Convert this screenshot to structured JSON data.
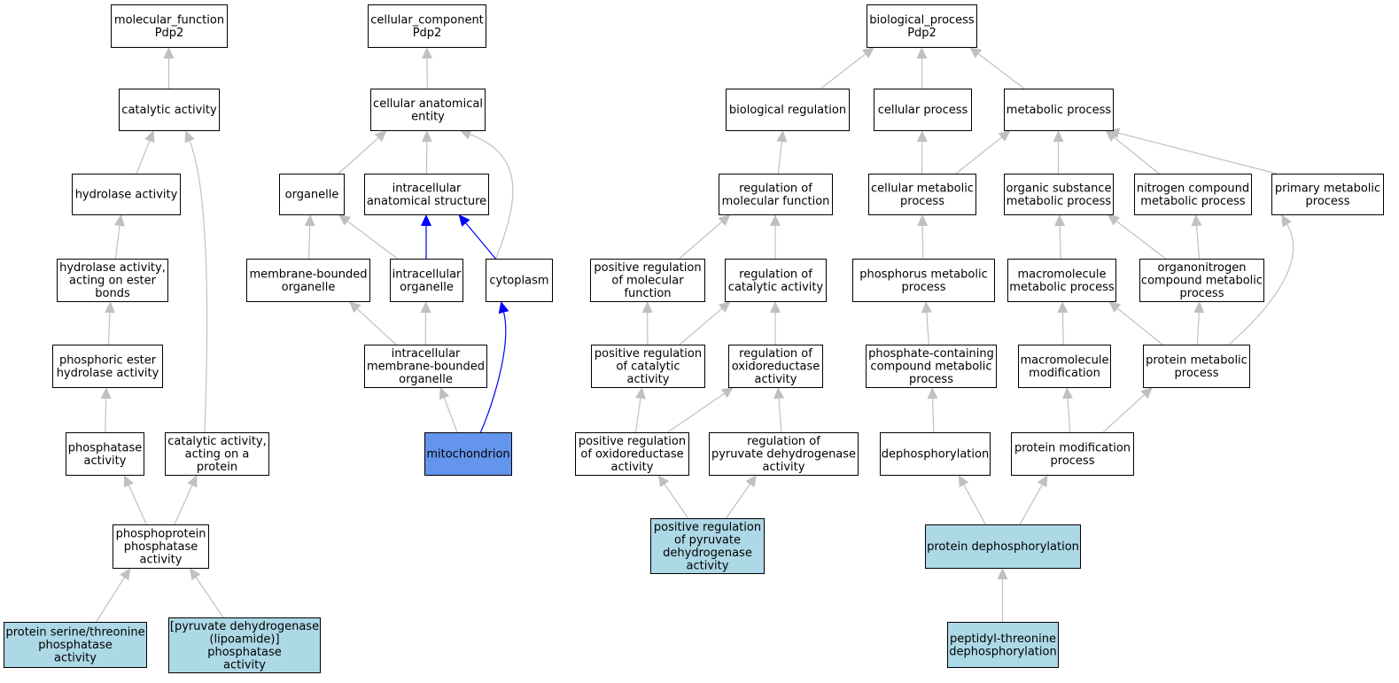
{
  "colors": {
    "default_fill": "#ffffff",
    "annotated_fill": "#add8e6",
    "focus_fill": "#6495ed",
    "edge_gray": "#c0c0c0",
    "edge_blue": "#0000ff"
  },
  "nodes": {
    "mf_root": {
      "label": [
        "molecular_function",
        "Pdp2"
      ],
      "kind": "default"
    },
    "catalytic": {
      "label": [
        "catalytic activity"
      ],
      "kind": "default"
    },
    "hydrolase": {
      "label": [
        "hydrolase activity"
      ],
      "kind": "default"
    },
    "hydrolase_ester": {
      "label": [
        "hydrolase activity,",
        "acting on ester",
        "bonds"
      ],
      "kind": "default"
    },
    "phos_ester": {
      "label": [
        "phosphoric ester",
        "hydrolase activity"
      ],
      "kind": "default"
    },
    "phosphatase": {
      "label": [
        "phosphatase",
        "activity"
      ],
      "kind": "default"
    },
    "cat_protein": {
      "label": [
        "catalytic activity,",
        "acting on a",
        "protein"
      ],
      "kind": "default"
    },
    "phosphoprotein": {
      "label": [
        "phosphoprotein",
        "phosphatase",
        "activity"
      ],
      "kind": "default"
    },
    "ser_thr": {
      "label": [
        "protein serine/threonine",
        "phosphatase",
        "activity"
      ],
      "kind": "annotated"
    },
    "pdh_phosphatase": {
      "label": [
        "[pyruvate dehydrogenase",
        "(lipoamide)]",
        "phosphatase",
        "activity"
      ],
      "kind": "annotated"
    },
    "cc_root": {
      "label": [
        "cellular_component",
        "Pdp2"
      ],
      "kind": "default"
    },
    "cae": {
      "label": [
        "cellular anatomical",
        "entity"
      ],
      "kind": "default"
    },
    "organelle": {
      "label": [
        "organelle"
      ],
      "kind": "default"
    },
    "ias": {
      "label": [
        "intracellular",
        "anatomical structure"
      ],
      "kind": "default"
    },
    "mbo": {
      "label": [
        "membrane-bounded",
        "organelle"
      ],
      "kind": "default"
    },
    "io": {
      "label": [
        "intracellular",
        "organelle"
      ],
      "kind": "default"
    },
    "cytoplasm": {
      "label": [
        "cytoplasm"
      ],
      "kind": "default"
    },
    "imbo": {
      "label": [
        "intracellular",
        "membrane-bounded",
        "organelle"
      ],
      "kind": "default"
    },
    "mito": {
      "label": [
        "mitochondrion"
      ],
      "kind": "focus"
    },
    "bp_root": {
      "label": [
        "biological_process",
        "Pdp2"
      ],
      "kind": "default"
    },
    "bioreg": {
      "label": [
        "biological regulation"
      ],
      "kind": "default"
    },
    "cellproc": {
      "label": [
        "cellular process"
      ],
      "kind": "default"
    },
    "metproc": {
      "label": [
        "metabolic process"
      ],
      "kind": "default"
    },
    "regmf": {
      "label": [
        "regulation of",
        "molecular function"
      ],
      "kind": "default"
    },
    "cellmet": {
      "label": [
        "cellular metabolic",
        "process"
      ],
      "kind": "default"
    },
    "orgsub": {
      "label": [
        "organic substance",
        "metabolic process"
      ],
      "kind": "default"
    },
    "nitro": {
      "label": [
        "nitrogen compound",
        "metabolic process"
      ],
      "kind": "default"
    },
    "primary": {
      "label": [
        "primary metabolic",
        "process"
      ],
      "kind": "default"
    },
    "posregmf": {
      "label": [
        "positive regulation",
        "of molecular",
        "function"
      ],
      "kind": "default"
    },
    "regcat": {
      "label": [
        "regulation of",
        "catalytic activity"
      ],
      "kind": "default"
    },
    "phosmet": {
      "label": [
        "phosphorus metabolic",
        "process"
      ],
      "kind": "default"
    },
    "macromet": {
      "label": [
        "macromolecule",
        "metabolic process"
      ],
      "kind": "default"
    },
    "orgnitro": {
      "label": [
        "organonitrogen",
        "compound metabolic",
        "process"
      ],
      "kind": "default"
    },
    "posregcat": {
      "label": [
        "positive regulation",
        "of catalytic",
        "activity"
      ],
      "kind": "default"
    },
    "regoxido": {
      "label": [
        "regulation of",
        "oxidoreductase",
        "activity"
      ],
      "kind": "default"
    },
    "phoscont": {
      "label": [
        "phosphate-containing",
        "compound metabolic",
        "process"
      ],
      "kind": "default"
    },
    "macromod": {
      "label": [
        "macromolecule",
        "modification"
      ],
      "kind": "default"
    },
    "protmet": {
      "label": [
        "protein metabolic",
        "process"
      ],
      "kind": "default"
    },
    "posregoxido": {
      "label": [
        "positive regulation",
        "of oxidoreductase",
        "activity"
      ],
      "kind": "default"
    },
    "regpdh": {
      "label": [
        "regulation of",
        "pyruvate dehydrogenase",
        "activity"
      ],
      "kind": "default"
    },
    "dephos": {
      "label": [
        "dephosphorylation"
      ],
      "kind": "default"
    },
    "protmod": {
      "label": [
        "protein modification",
        "process"
      ],
      "kind": "default"
    },
    "posregpdh": {
      "label": [
        "positive regulation",
        "of pyruvate",
        "dehydrogenase",
        "activity"
      ],
      "kind": "annotated"
    },
    "protdephos": {
      "label": [
        "protein dephosphorylation"
      ],
      "kind": "annotated"
    },
    "peptidyl": {
      "label": [
        "peptidyl-threonine",
        "dephosphorylation"
      ],
      "kind": "annotated"
    }
  },
  "edges": [
    [
      "catalytic",
      "mf_root",
      "gray"
    ],
    [
      "hydrolase",
      "catalytic",
      "gray"
    ],
    [
      "cat_protein",
      "catalytic",
      "gray"
    ],
    [
      "hydrolase_ester",
      "hydrolase",
      "gray"
    ],
    [
      "phos_ester",
      "hydrolase_ester",
      "gray"
    ],
    [
      "phosphatase",
      "phos_ester",
      "gray"
    ],
    [
      "phosphoprotein",
      "phosphatase",
      "gray"
    ],
    [
      "phosphoprotein",
      "cat_protein",
      "gray"
    ],
    [
      "ser_thr",
      "phosphoprotein",
      "gray"
    ],
    [
      "pdh_phosphatase",
      "phosphoprotein",
      "gray"
    ],
    [
      "cae",
      "cc_root",
      "gray"
    ],
    [
      "organelle",
      "cae",
      "gray"
    ],
    [
      "ias",
      "cae",
      "gray"
    ],
    [
      "cytoplasm",
      "cae",
      "gray"
    ],
    [
      "mbo",
      "organelle",
      "gray"
    ],
    [
      "io",
      "organelle",
      "gray"
    ],
    [
      "io",
      "ias",
      "blue"
    ],
    [
      "cytoplasm",
      "ias",
      "blue"
    ],
    [
      "imbo",
      "mbo",
      "gray"
    ],
    [
      "imbo",
      "io",
      "gray"
    ],
    [
      "mito",
      "imbo",
      "gray"
    ],
    [
      "mito",
      "cytoplasm",
      "blue"
    ],
    [
      "bioreg",
      "bp_root",
      "gray"
    ],
    [
      "cellproc",
      "bp_root",
      "gray"
    ],
    [
      "metproc",
      "bp_root",
      "gray"
    ],
    [
      "regmf",
      "bioreg",
      "gray"
    ],
    [
      "cellmet",
      "cellproc",
      "gray"
    ],
    [
      "cellmet",
      "metproc",
      "gray"
    ],
    [
      "orgsub",
      "metproc",
      "gray"
    ],
    [
      "nitro",
      "metproc",
      "gray"
    ],
    [
      "primary",
      "metproc",
      "gray"
    ],
    [
      "posregmf",
      "regmf",
      "gray"
    ],
    [
      "regcat",
      "regmf",
      "gray"
    ],
    [
      "phosmet",
      "cellmet",
      "gray"
    ],
    [
      "macromet",
      "orgsub",
      "gray"
    ],
    [
      "orgnitro",
      "orgsub",
      "gray"
    ],
    [
      "orgnitro",
      "nitro",
      "gray"
    ],
    [
      "posregcat",
      "posregmf",
      "gray"
    ],
    [
      "posregcat",
      "regcat",
      "gray"
    ],
    [
      "regoxido",
      "regcat",
      "gray"
    ],
    [
      "phoscont",
      "phosmet",
      "gray"
    ],
    [
      "macromod",
      "macromet",
      "gray"
    ],
    [
      "protmet",
      "macromet",
      "gray"
    ],
    [
      "protmet",
      "orgnitro",
      "gray"
    ],
    [
      "protmet",
      "primary",
      "gray"
    ],
    [
      "posregoxido",
      "posregcat",
      "gray"
    ],
    [
      "posregoxido",
      "regoxido",
      "gray"
    ],
    [
      "regpdh",
      "regoxido",
      "gray"
    ],
    [
      "dephos",
      "phoscont",
      "gray"
    ],
    [
      "protmod",
      "macromod",
      "gray"
    ],
    [
      "protmod",
      "protmet",
      "gray"
    ],
    [
      "posregpdh",
      "posregoxido",
      "gray"
    ],
    [
      "posregpdh",
      "regpdh",
      "gray"
    ],
    [
      "protdephos",
      "dephos",
      "gray"
    ],
    [
      "protdephos",
      "protmod",
      "gray"
    ],
    [
      "peptidyl",
      "protdephos",
      "gray"
    ]
  ]
}
